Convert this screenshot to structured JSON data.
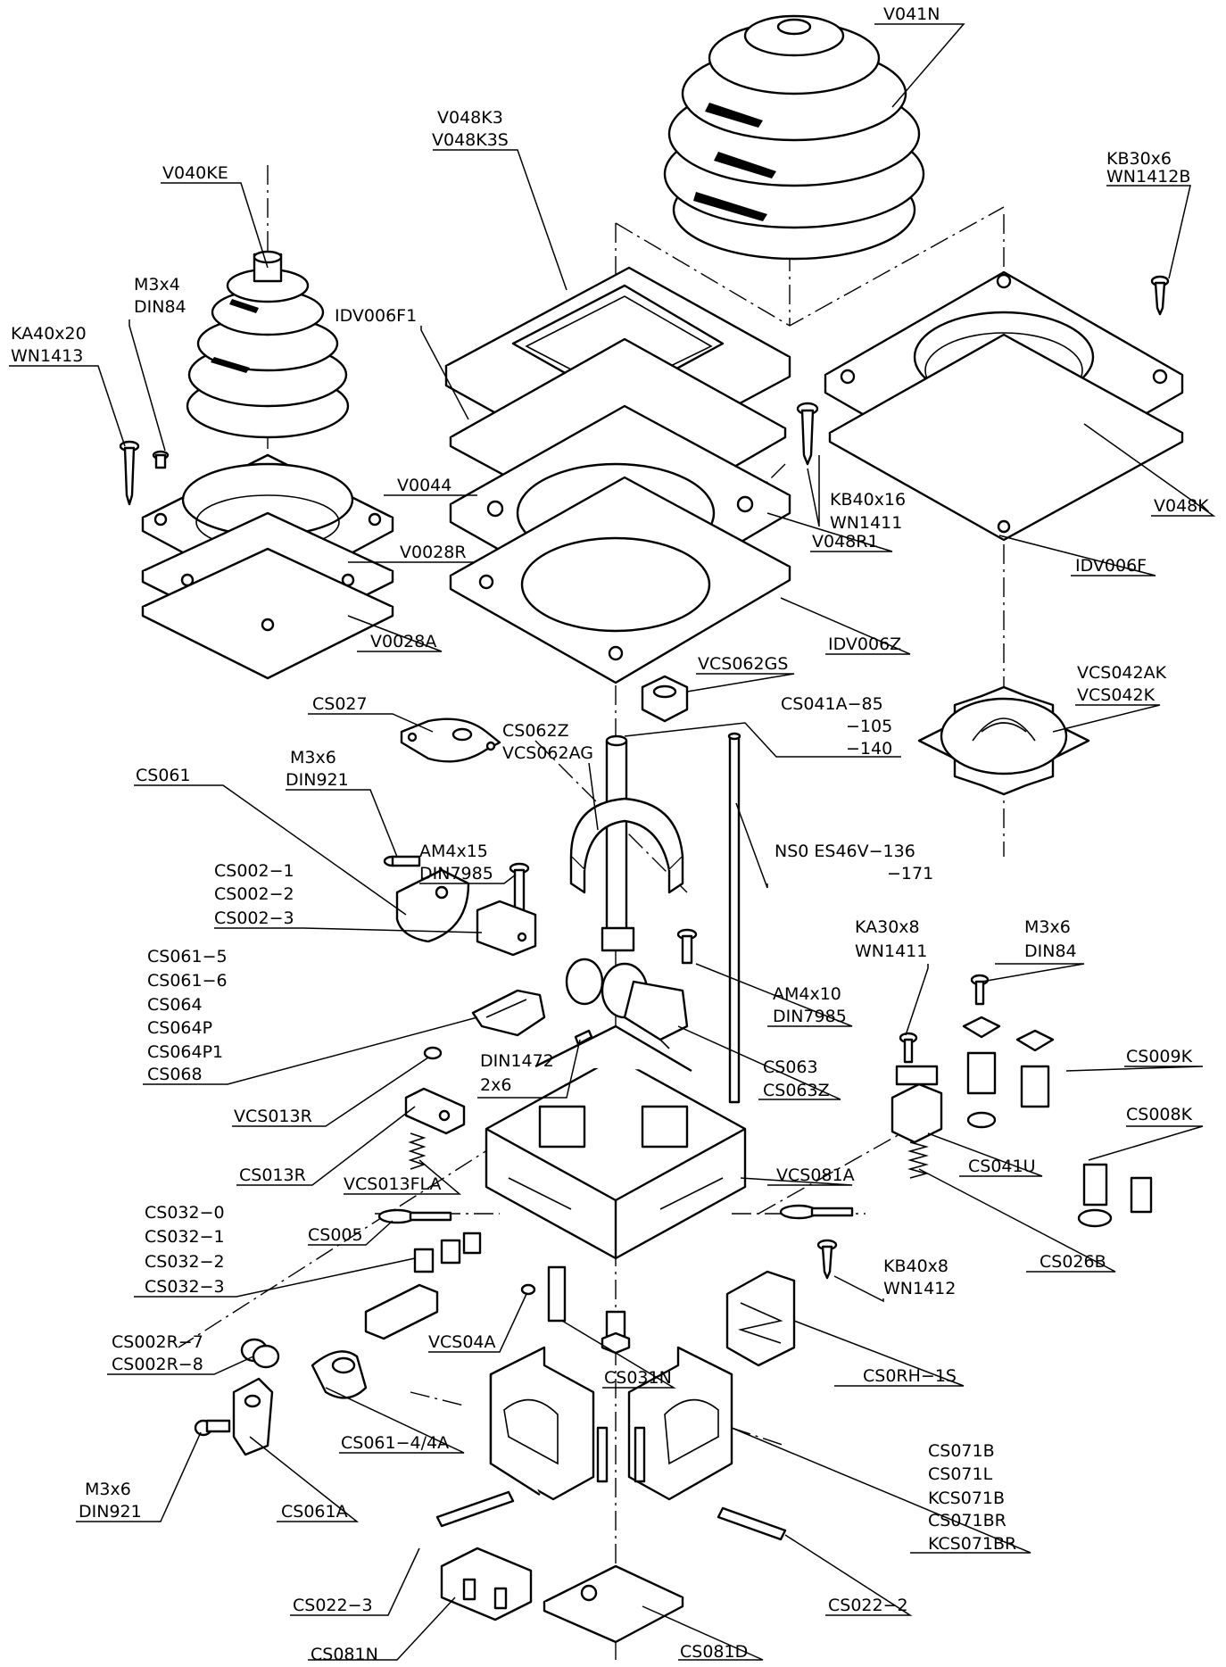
{
  "labels": {
    "v041n": "V041N",
    "kb30x6": "KB30x6",
    "wn1412b": "WN1412B",
    "v048k3": "V048K3",
    "v048k3s": "V048K3S",
    "v040ke": "V040KE",
    "m3x4": "M3x4",
    "din84_a": "DIN84",
    "ka40x20": "KA40x20",
    "wn1413": "WN1413",
    "idv006f1": "IDV006F1",
    "v0044": "V0044",
    "v0028r": "V0028R",
    "v0028a": "V0028A",
    "kb40x16": "KB40x16",
    "wn1411_a": "WN1411",
    "v048r1": "V048R1",
    "v048k": "V048K",
    "idv006f": "IDV006F",
    "idv006z": "IDV006Z",
    "vcs062gs": "VCS062GS",
    "vcs042ak": "VCS042AK",
    "vcs042k": "VCS042K",
    "cs027": "CS027",
    "cs041a_85": "CS041A−85",
    "cs041a_105": "−105",
    "cs041a_140": "−140",
    "cs062z": "CS062Z",
    "vcs062ag": "VCS062AG",
    "m3x6_a": "M3x6",
    "din921_a": "DIN921",
    "cs061": "CS061",
    "am4x15": "AM4x15",
    "din7985_a": "DIN7985",
    "ns0_es46v_136": "NS0  ES46V−136",
    "ns0_171": "−171",
    "cs002_1": "CS002−1",
    "cs002_2": "CS002−2",
    "cs002_3": "CS002−3",
    "ka30x8": "KA30x8",
    "wn1411_b": "WN1411",
    "m3x6_b": "M3x6",
    "din84_b": "DIN84",
    "cs061_5": "CS061−5",
    "cs061_6": "CS061−6",
    "cs064": "CS064",
    "cs064p": "CS064P",
    "cs064p1": "CS064P1",
    "cs068": "CS068",
    "am4x10": "AM4x10",
    "din7985_b": "DIN7985",
    "cs009k": "CS009K",
    "din1472": "DIN1472",
    "din1472_size": "2x6",
    "cs063": "CS063",
    "cs063z": "CS063Z",
    "cs008k": "CS008K",
    "vcs013r": "VCS013R",
    "cs013r": "CS013R",
    "vcs013fla": "VCS013FLA",
    "vcs081a": "VCS081A",
    "cs041u": "CS041U",
    "cs032_0": "CS032−0",
    "cs032_1": "CS032−1",
    "cs032_2": "CS032−2",
    "cs032_3": "CS032−3",
    "cs005": "CS005",
    "kb40x8": "KB40x8",
    "wn1412": "WN1412",
    "cs026b": "CS026B",
    "cs002r_7": "CS002R−7",
    "cs002r_8": "CS002R−8",
    "vcs04a": "VCS04A",
    "cs031n": "CS031N",
    "csorh_1s": "CS0RH−1S",
    "cs061_4": "CS061−4/4A",
    "cs071b": "CS071B",
    "cs071l": "CS071L",
    "kcs071b": "KCS071B",
    "cs071br": "CS071BR",
    "kcs071br": "KCS071BR",
    "m3x6_c": "M3x6",
    "din921_b": "DIN921",
    "cs061a": "CS061A",
    "cs022_3": "CS022−3",
    "cs022_2": "CS022−2",
    "cs081n": "CS081N",
    "cs081d": "CS081D"
  }
}
